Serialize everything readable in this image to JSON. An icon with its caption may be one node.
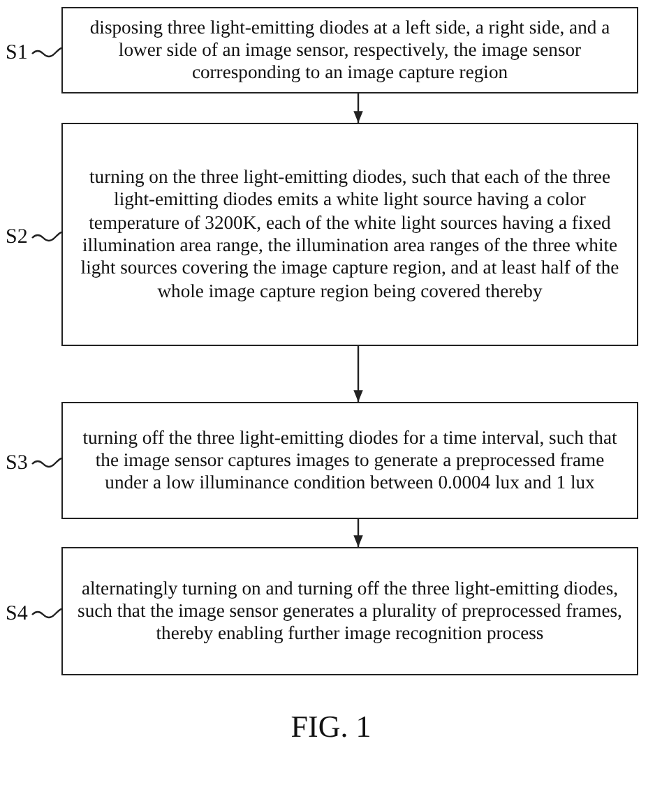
{
  "diagram": {
    "caption": "FIG. 1",
    "nodes": [
      {
        "text": [
          "S1"
        ]
      },
      {
        "text": [
          "disposing three light-emitting diodes at a left side, a right side, and a lower side of an image sensor, respectively, the image sensor corresponding to an image capture region"
        ]
      },
      {
        "text": [
          "S2"
        ]
      },
      {
        "text": [
          "turning on the three light-emitting diodes, such that each of the three light-emitting diodes emits a white light source having a color temperature of 3200K, each of the white light sources having a fixed illumination area range, the illumination area ranges of the three white light sources covering the image capture region, and at least half of the whole image capture region being covered thereby"
        ]
      },
      {
        "text": [
          "S3"
        ]
      },
      {
        "text": [
          "turning off the three light-emitting diodes for a time interval, such that the image sensor captures images to generate a preprocessed frame under a low illuminance condition between 0.0004 lux and 1 lux"
        ]
      },
      {
        "text": [
          "S4"
        ]
      },
      {
        "text": [
          "alternatingly turning on and turning off the three light-emitting diodes, such that the image sensor generates a plurality of preprocessed frames, thereby enabling further image recognition process"
        ]
      }
    ],
    "edges": [
      {
        "from": 0,
        "to": 1,
        "arrow": "none"
      },
      {
        "from": 1,
        "to": 3,
        "arrow": "to"
      },
      {
        "from": 2,
        "to": 3,
        "arrow": "none"
      },
      {
        "from": 3,
        "to": 5,
        "arrow": "to"
      },
      {
        "from": 4,
        "to": 5,
        "arrow": "none"
      },
      {
        "from": 5,
        "to": 7,
        "arrow": "to"
      },
      {
        "from": 6,
        "to": 7,
        "arrow": "none"
      }
    ]
  }
}
